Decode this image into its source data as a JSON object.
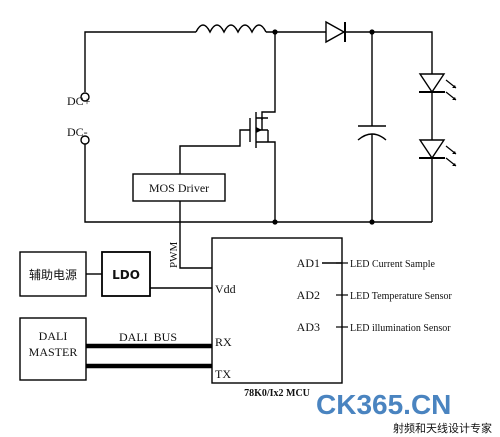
{
  "diagram": {
    "labels": {
      "dc_plus": "DC+",
      "dc_minus": "DC-",
      "mos_driver": "MOS Driver",
      "pwm": "PWM",
      "aux_power": "辅助电源",
      "ldo": "LDO",
      "dali_master_line1": "DALI",
      "dali_master_line2": "MASTER",
      "dali_bus": "DALI  BUS",
      "vdd": "Vdd",
      "rx": "RX",
      "tx": "TX",
      "ad1": "AD1",
      "ad2": "AD2",
      "ad3": "AD3",
      "led_current": "LED Current Sample",
      "led_temperature": "LED Temperature Sensor",
      "led_illumination": "LED illumination Sensor",
      "mcu": "78K0/Ix2 MCU"
    },
    "watermark": {
      "brand": "CK365.CN",
      "tagline": "射频和天线设计专家"
    },
    "colors": {
      "line": "#000000",
      "watermark_blue": "#2a6fb5",
      "watermark_red": "#d9342b"
    }
  }
}
